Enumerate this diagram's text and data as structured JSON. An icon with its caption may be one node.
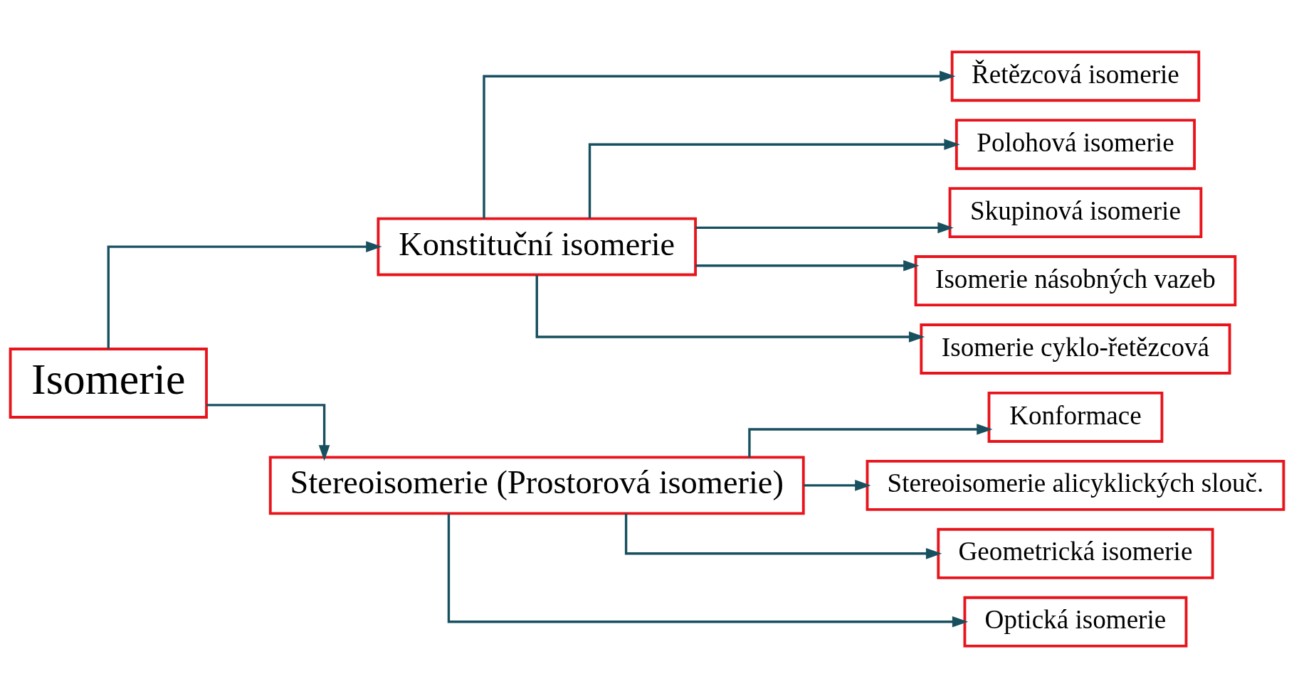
{
  "diagram": {
    "nodes": [
      {
        "text": [
          "Isomerie"
        ]
      },
      {
        "text": [
          "Konstituční isomerie"
        ]
      },
      {
        "text": [
          "Stereoisomerie (Prostorová isomerie)"
        ]
      },
      {
        "text": [
          "Řetězcová isomerie"
        ]
      },
      {
        "text": [
          "Polohová isomerie"
        ]
      },
      {
        "text": [
          "Skupinová isomerie"
        ]
      },
      {
        "text": [
          "Isomerie násobných vazeb"
        ]
      },
      {
        "text": [
          "Isomerie cyklo-řetězcová"
        ]
      },
      {
        "text": [
          "Konformace"
        ]
      },
      {
        "text": [
          "Stereoisomerie alicyklických slouč."
        ]
      },
      {
        "text": [
          "Geometrická isomerie"
        ]
      },
      {
        "text": [
          "Optická isomerie"
        ]
      }
    ],
    "edges": [
      {
        "from": 0,
        "to": 1,
        "arrow": "to"
      },
      {
        "from": 0,
        "to": 2,
        "arrow": "to"
      },
      {
        "from": 1,
        "to": 3,
        "arrow": "to"
      },
      {
        "from": 1,
        "to": 4,
        "arrow": "to"
      },
      {
        "from": 1,
        "to": 5,
        "arrow": "to"
      },
      {
        "from": 1,
        "to": 6,
        "arrow": "to"
      },
      {
        "from": 1,
        "to": 7,
        "arrow": "to"
      },
      {
        "from": 2,
        "to": 8,
        "arrow": "to"
      },
      {
        "from": 2,
        "to": 9,
        "arrow": "to"
      },
      {
        "from": 2,
        "to": 10,
        "arrow": "to"
      },
      {
        "from": 2,
        "to": 11,
        "arrow": "to"
      }
    ]
  }
}
